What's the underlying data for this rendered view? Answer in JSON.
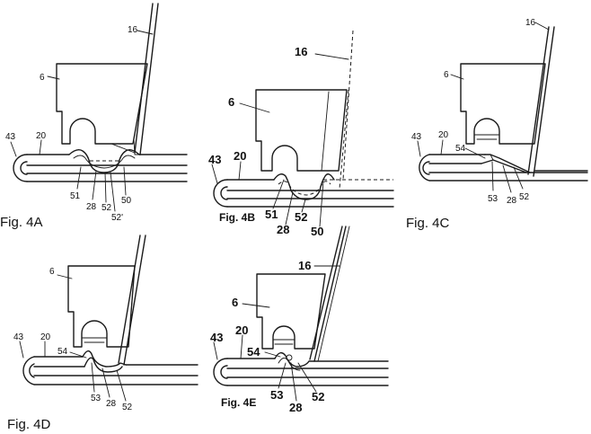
{
  "figures": [
    {
      "caption": "Fig. 4A",
      "labels": {
        "l16": "16",
        "l6": "6",
        "l43": "43",
        "l20": "20",
        "l51": "51",
        "l28": "28",
        "l52": "52",
        "l50": "50",
        "l52p": "52'"
      }
    },
    {
      "caption": "Fig. 4B",
      "labels": {
        "l16": "16",
        "l6": "6",
        "l43": "43",
        "l20": "20",
        "l51": "51",
        "l28": "28",
        "l52": "52",
        "l50": "50"
      }
    },
    {
      "caption": "Fig. 4C",
      "labels": {
        "l16": "16",
        "l6": "6",
        "l43": "43",
        "l20": "20",
        "l54": "54",
        "l53": "53",
        "l28": "28",
        "l52": "52"
      }
    },
    {
      "caption": "Fig. 4D",
      "labels": {
        "l6": "6",
        "l43": "43",
        "l20": "20",
        "l54": "54",
        "l53": "53",
        "l28": "28",
        "l52": "52"
      }
    },
    {
      "caption": "Fig. 4E",
      "labels": {
        "l16": "16",
        "l6": "6",
        "l43": "43",
        "l20": "20",
        "l54": "54",
        "l53": "53",
        "l28": "28",
        "l52": "52"
      }
    }
  ]
}
